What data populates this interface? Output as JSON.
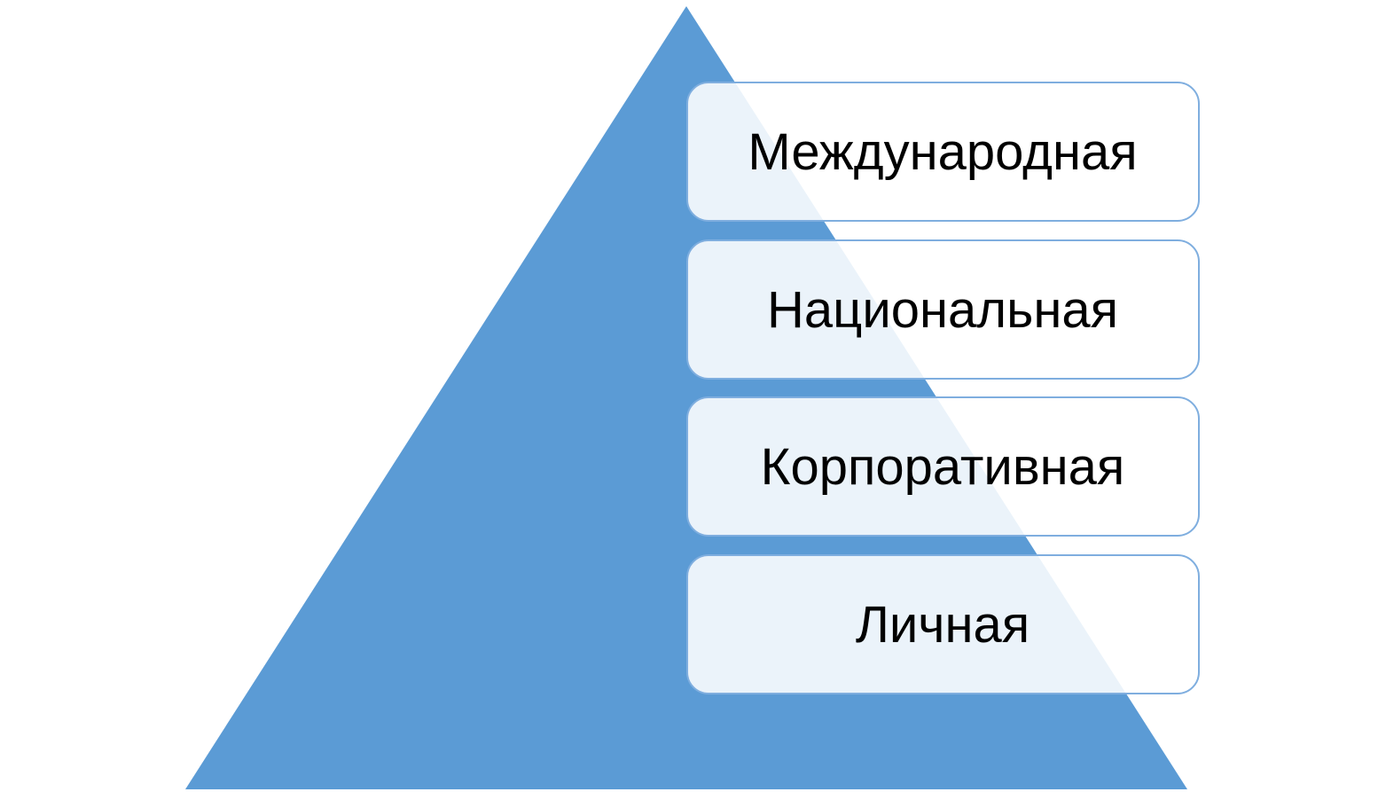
{
  "colors": {
    "pyramid": "#5B9BD5",
    "box_fill": "#FFFFFF",
    "box_border": "#7FAEDF",
    "text": "#000000"
  },
  "levels": [
    {
      "label": "Международная"
    },
    {
      "label": "Национальная"
    },
    {
      "label": "Корпоративная"
    },
    {
      "label": "Личная"
    }
  ]
}
